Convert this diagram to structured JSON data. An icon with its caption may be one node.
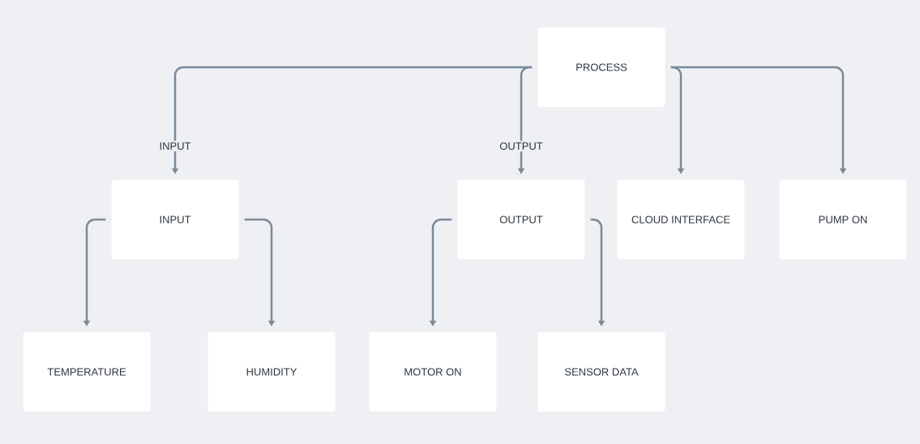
{
  "diagram": {
    "nodes": [
      {
        "text": [
          "PROCESS"
        ]
      },
      {
        "text": [
          "INPUT"
        ]
      },
      {
        "text": [
          "OUTPUT"
        ]
      },
      {
        "text": [
          "CLOUD INTERFACE"
        ]
      },
      {
        "text": [
          "PUMP ON"
        ]
      },
      {
        "text": [
          "TEMPERATURE"
        ]
      },
      {
        "text": [
          "HUMIDITY"
        ]
      },
      {
        "text": [
          "MOTOR ON"
        ]
      },
      {
        "text": [
          "SENSOR DATA"
        ]
      }
    ],
    "edges": [
      {
        "from": 0,
        "to": 1,
        "arrow": "to",
        "label": "INPUT"
      },
      {
        "from": 0,
        "to": 2,
        "arrow": "to",
        "label": "OUTPUT"
      },
      {
        "from": 0,
        "to": 3,
        "arrow": "to"
      },
      {
        "from": 0,
        "to": 4,
        "arrow": "to"
      },
      {
        "from": 1,
        "to": 5,
        "arrow": "to"
      },
      {
        "from": 1,
        "to": 6,
        "arrow": "to"
      },
      {
        "from": 2,
        "to": 7,
        "arrow": "to"
      },
      {
        "from": 2,
        "to": 8,
        "arrow": "to"
      }
    ]
  }
}
